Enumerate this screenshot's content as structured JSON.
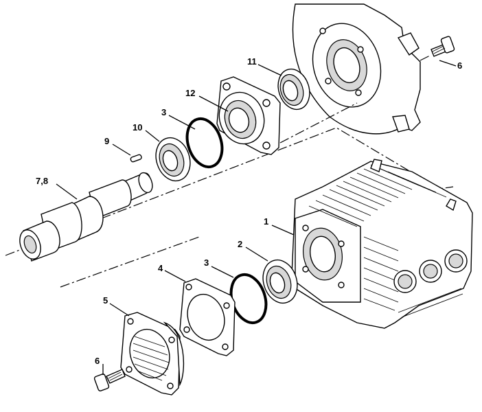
{
  "callouts": [
    {
      "id": "1",
      "label": "1"
    },
    {
      "id": "2",
      "label": "2"
    },
    {
      "id": "3a",
      "label": "3"
    },
    {
      "id": "3b",
      "label": "3"
    },
    {
      "id": "4",
      "label": "4"
    },
    {
      "id": "5",
      "label": "5"
    },
    {
      "id": "6a",
      "label": "6"
    },
    {
      "id": "6b",
      "label": "6"
    },
    {
      "id": "78",
      "label": "7,8"
    },
    {
      "id": "9",
      "label": "9"
    },
    {
      "id": "10",
      "label": "10"
    },
    {
      "id": "11",
      "label": "11"
    },
    {
      "id": "12",
      "label": "12"
    }
  ]
}
